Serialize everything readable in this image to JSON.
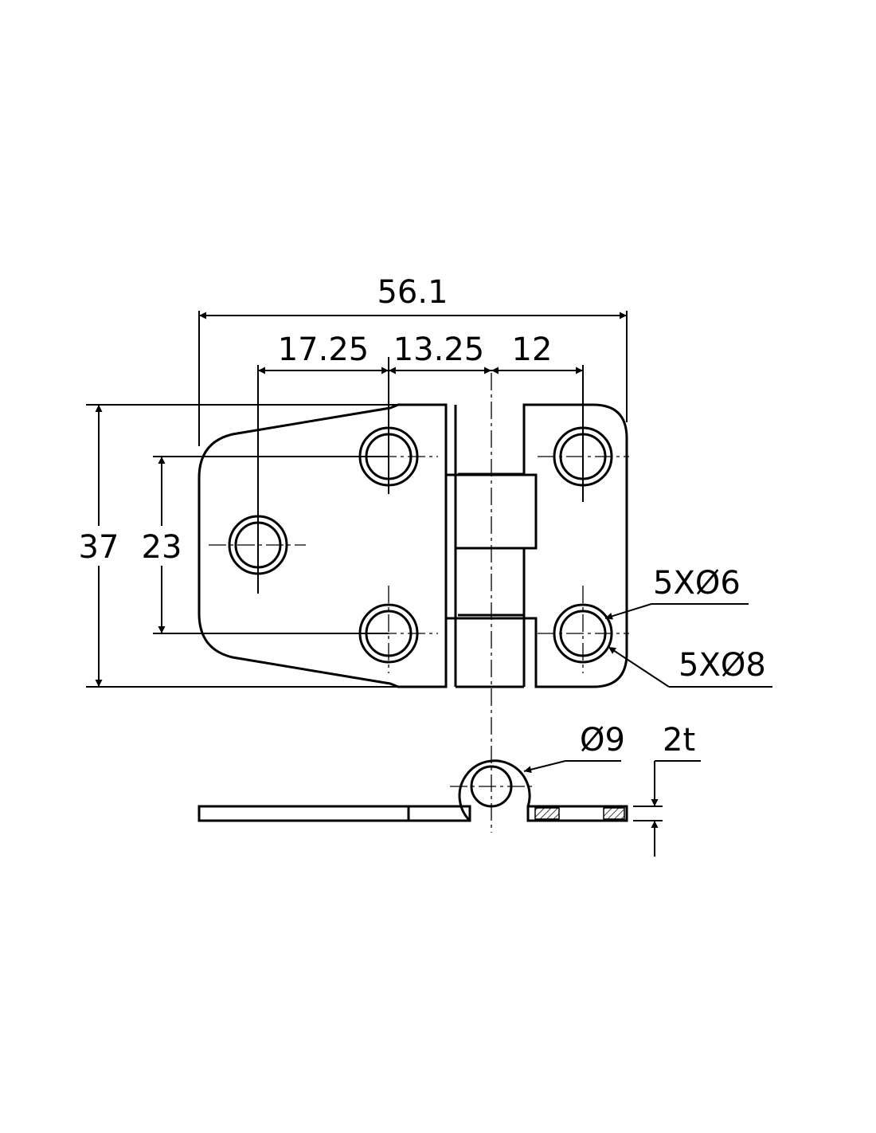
{
  "drawing": {
    "dimensions": {
      "overall_width": "56.1",
      "hole_spacing_left": "17.25",
      "hole_spacing_middle": "13.25",
      "hole_spacing_right": "12",
      "overall_height": "37",
      "hole_spacing_vertical": "23",
      "small_hole_callout": "5XØ6",
      "large_hole_callout": "5XØ8",
      "knuckle_diameter": "Ø9",
      "thickness": "2t"
    }
  }
}
